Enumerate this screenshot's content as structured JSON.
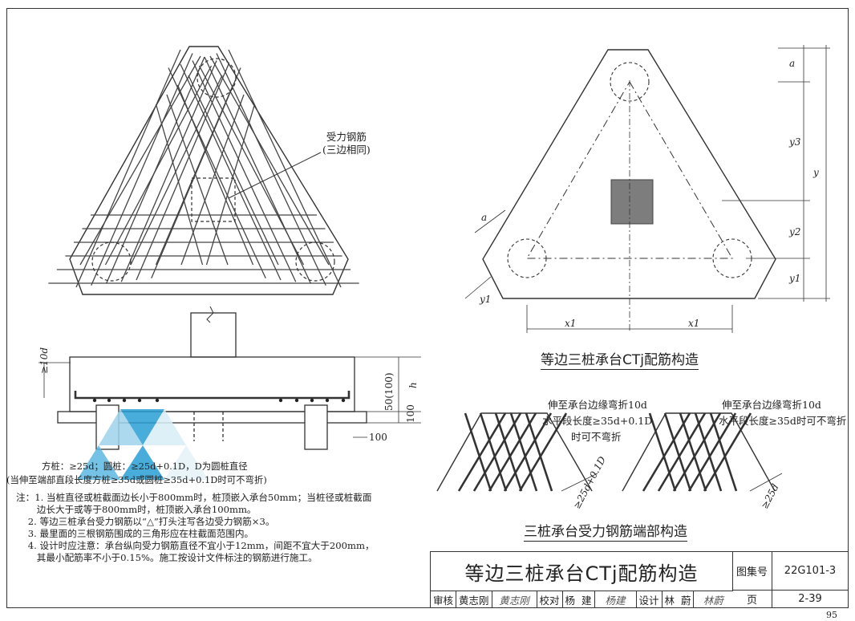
{
  "plan_label": {
    "line1": "受力钢筋",
    "line2": "(三边相同)"
  },
  "captions": {
    "layout": "等边三桩承台CTj配筋构造",
    "ends": "三桩承台受力钢筋端部构造"
  },
  "dims": {
    "a": "a",
    "y": "y",
    "y1": "y1",
    "y2": "y2",
    "y3": "y3",
    "x1": "x1",
    "d10": "≥10d",
    "d50": "50(100)",
    "hh": "h",
    "d100": "100",
    "d100b": "100",
    "end1": "≥25d+0.1D",
    "end2": "≥25d"
  },
  "section_notes": {
    "line1": "方桩：≥25d；圆桩：≥25d+0.1D，D为圆桩直径",
    "line2": "(当伸至端部直段长度方桩≥35d或圆桩≥35d+0.1D时可不弯折)"
  },
  "end_notes": {
    "left1": "伸至承台边缘弯折10d",
    "left2": "水平段长度≥35d+0.1D",
    "left3": "时可不弯折",
    "right1": "伸至承台边缘弯折10d",
    "right2": "水平段长度≥35d时可不弯折"
  },
  "notes": [
    "注：1. 当桩直径或桩截面边长小于800mm时，桩顶嵌入承台50mm；当桩径或桩截面",
    "       边长大于或等于800mm时，桩顶嵌入承台100mm。",
    "    2. 等边三桩承台受力钢筋以“△”打头注写各边受力钢筋×3。",
    "    3. 最里面的三根钢筋围成的三角形应在柱截面范围内。",
    "    4. 设计时应注意：承台纵向受力钢筋直径不宜小于12mm，间距不宜大于200mm，",
    "       其最小配筋率不小于0.15%。施工按设计文件标注的钢筋进行施工。"
  ],
  "title_block": {
    "title": "等边三桩承台CTj配筋构造",
    "atlas_label": "图集号",
    "atlas_no": "22G101-3",
    "page_label": "页",
    "page_no": "2-39",
    "review_label": "审核",
    "reviewer": "黄志刚",
    "reviewer_sig": "黄志刚",
    "check_label": "校对",
    "checker": "杨  建",
    "checker_sig": "杨建",
    "design_label": "设计",
    "designer": "林  蔚",
    "designer_sig": "林蔚"
  },
  "page_corner": "95"
}
